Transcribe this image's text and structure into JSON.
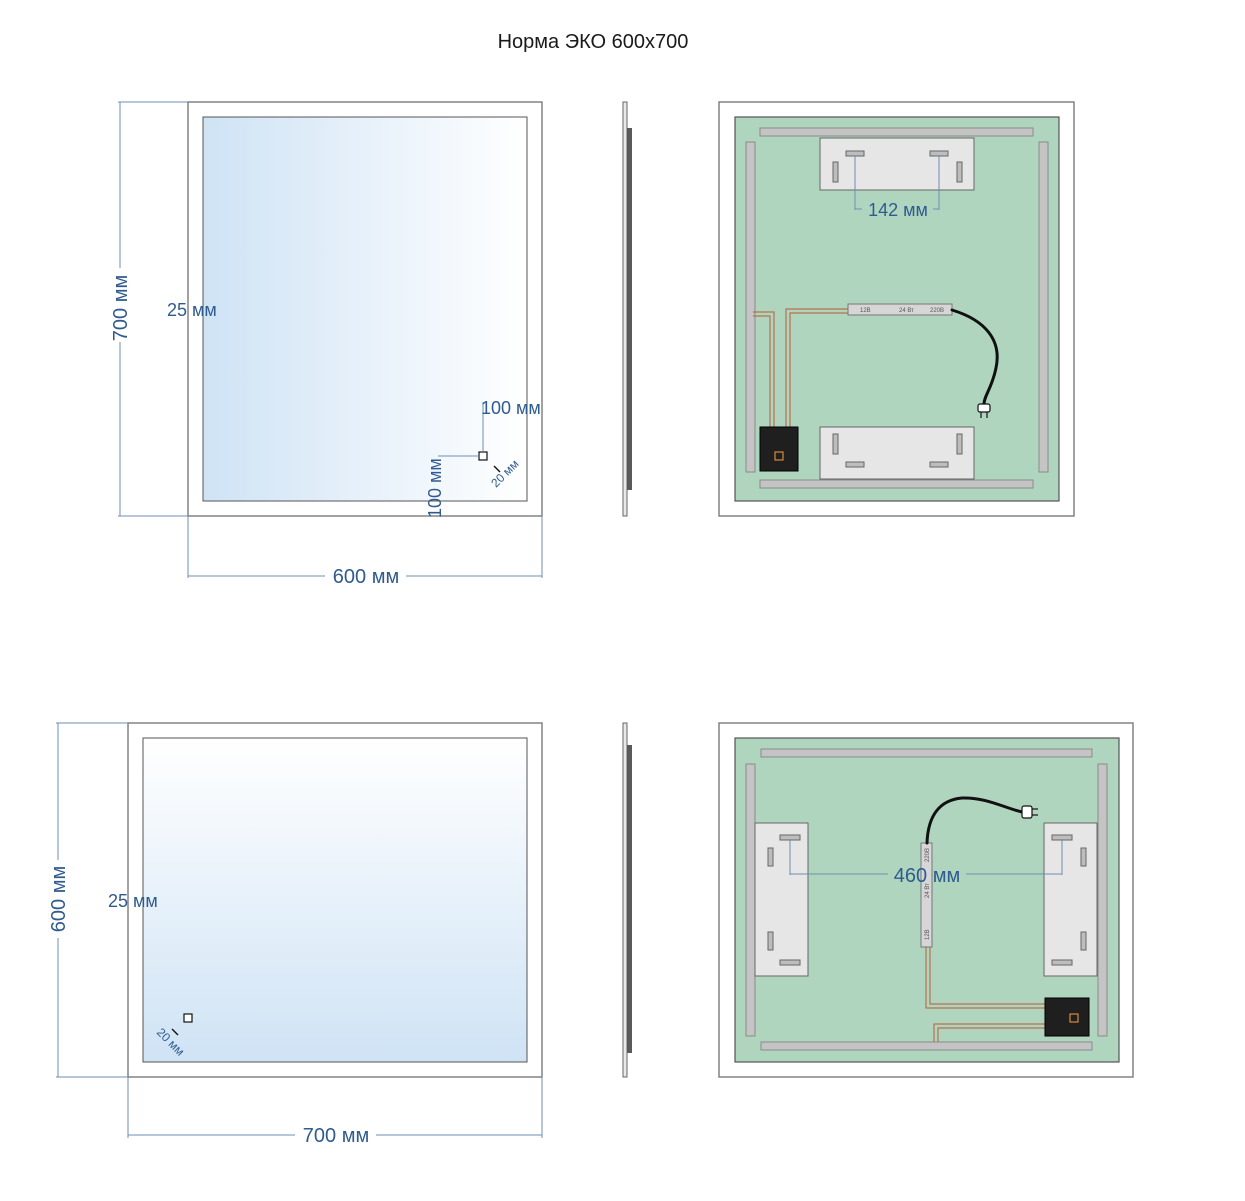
{
  "title": "Норма ЭКО 600х700",
  "colors": {
    "dimension_text": "#2f5b8f",
    "dimension_line": "#6f8fb3",
    "mirror_glass_start": "#cfe3f5",
    "mirror_glass_end": "#ffffff",
    "back_panel": "#b0d5bf",
    "led_strip": "#c4c4c4",
    "wire": "#b8704f",
    "control_box": "#1f1f1f"
  },
  "vertical_layout": {
    "width_label": "600 мм",
    "height_label": "700 мм",
    "border_label": "25 мм",
    "sensor_offset_x_label": "100 мм",
    "sensor_offset_y_label": "100 мм",
    "sensor_size_label": "20 мм",
    "hanger_spacing_label": "142 мм",
    "driver_labels": [
      "12В",
      "24 Вт",
      "220В"
    ]
  },
  "horizontal_layout": {
    "width_label": "700 мм",
    "height_label": "600 мм",
    "border_label": "25 мм",
    "sensor_size_label": "20 мм",
    "hanger_spacing_label": "460 мм",
    "driver_labels": [
      "220В",
      "24 Вт",
      "12В"
    ]
  }
}
